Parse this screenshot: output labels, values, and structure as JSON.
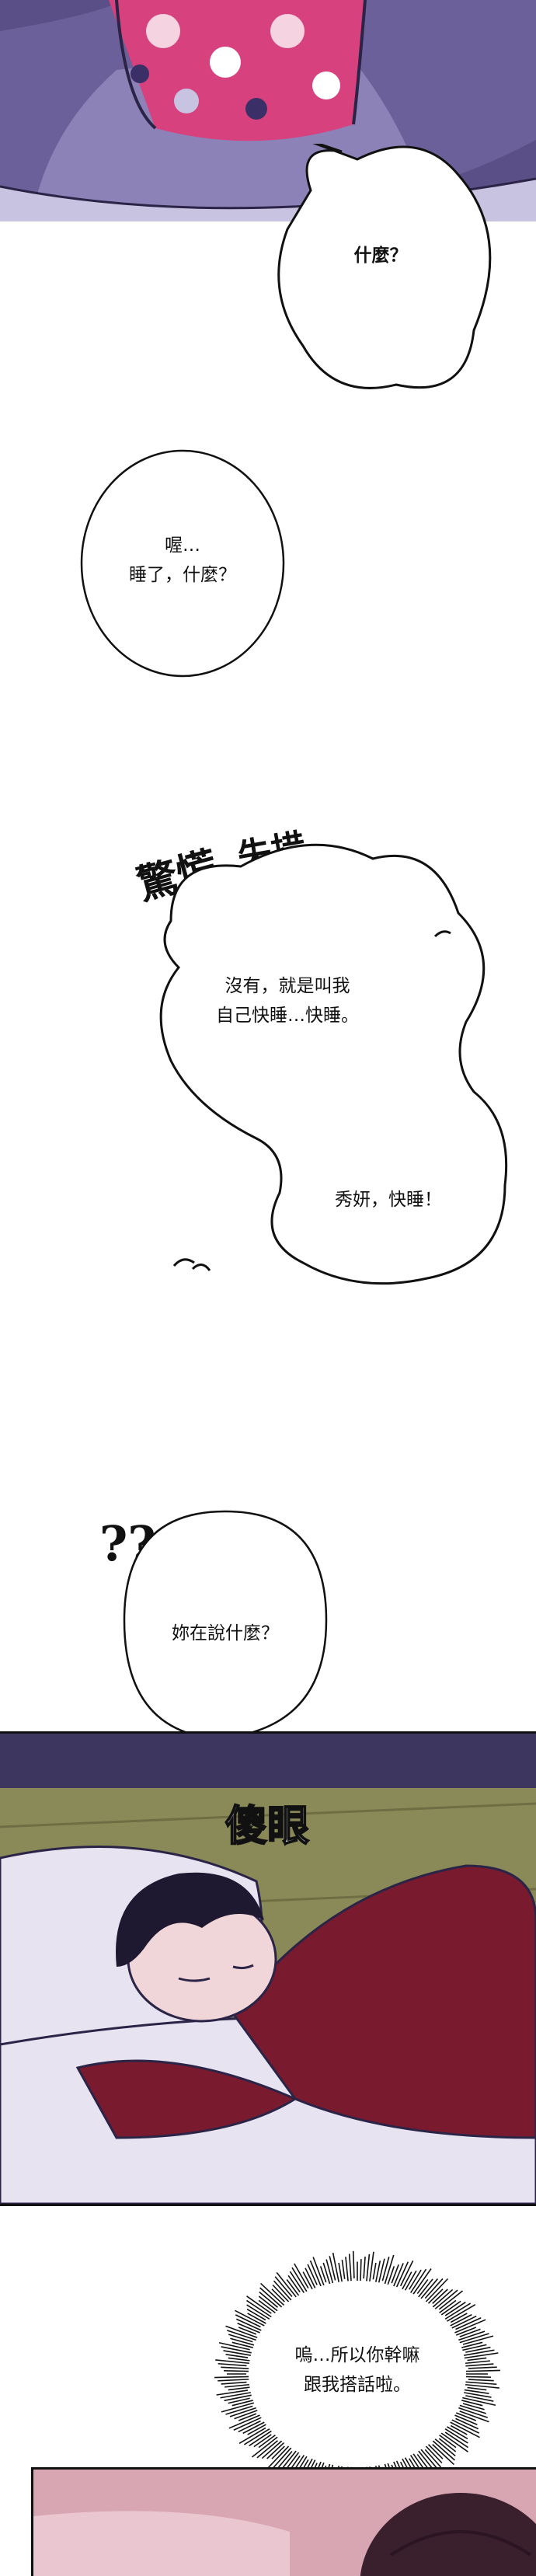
{
  "colors": {
    "night_wall": "#5a4f86",
    "blanket": "#c9c3e2",
    "dress_pink": "#d6417e",
    "sweater": "#7a1a2e",
    "hair": "#1e1830",
    "floor_green": "#8a8a58",
    "sheet": "#e7e3f1"
  },
  "bubbles": {
    "b1": "什麼？",
    "b2": "喔…\n睡了，什麼？",
    "b3": "沒有，就是叫我\n自己快睡…快睡。",
    "b4": "秀妍，快睡！",
    "b5": "妳在說什麼？",
    "b6": "嗚…所以你幹嘛\n跟我搭話啦。"
  },
  "sfx": {
    "panic": "驚慌",
    "flustered": "失措",
    "question_marks": "??",
    "dazed": "傻眼"
  }
}
